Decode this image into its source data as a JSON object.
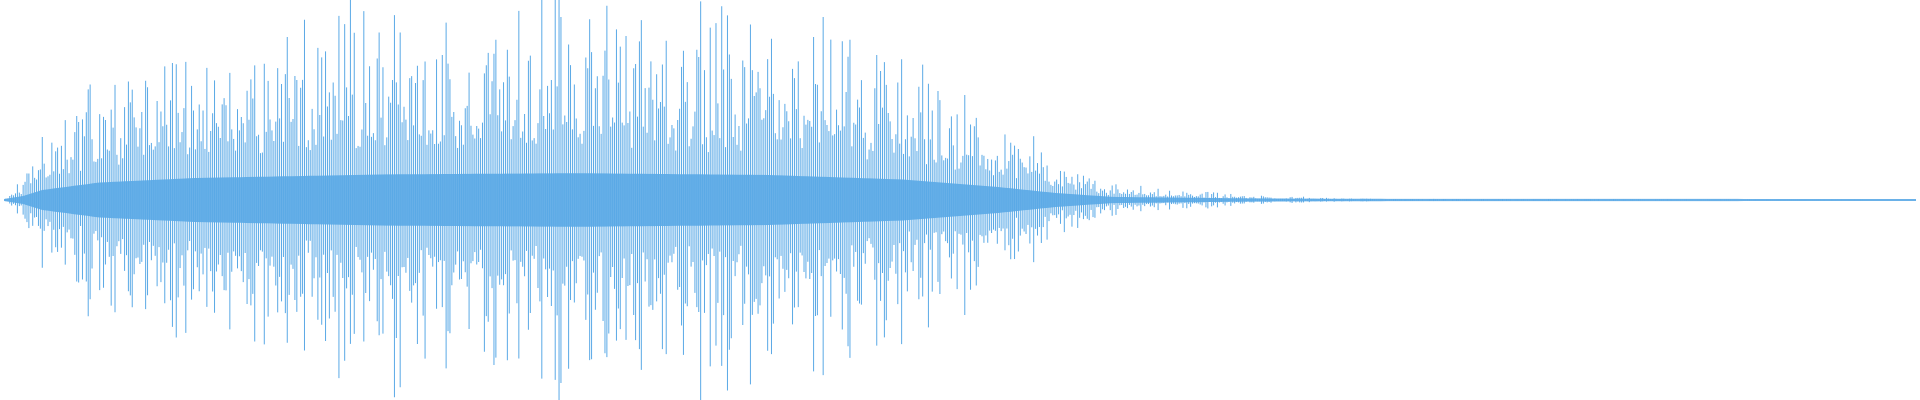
{
  "waveform": {
    "color": "#5aa9e6",
    "style": "mirrored amplitude peaks about a center line",
    "sample_count": 1000,
    "envelope": [
      {
        "t": 0.0,
        "a": 0.0
      },
      {
        "t": 0.01,
        "a": 0.1
      },
      {
        "t": 0.02,
        "a": 0.3
      },
      {
        "t": 0.05,
        "a": 0.55
      },
      {
        "t": 0.1,
        "a": 0.7
      },
      {
        "t": 0.2,
        "a": 0.82
      },
      {
        "t": 0.3,
        "a": 0.86
      },
      {
        "t": 0.4,
        "a": 0.8
      },
      {
        "t": 0.47,
        "a": 0.65
      },
      {
        "t": 0.52,
        "a": 0.4
      },
      {
        "t": 0.55,
        "a": 0.2
      },
      {
        "t": 0.58,
        "a": 0.07
      },
      {
        "t": 0.65,
        "a": 0.02
      },
      {
        "t": 0.72,
        "a": 0.005
      },
      {
        "t": 1.0,
        "a": 0.0
      }
    ]
  }
}
